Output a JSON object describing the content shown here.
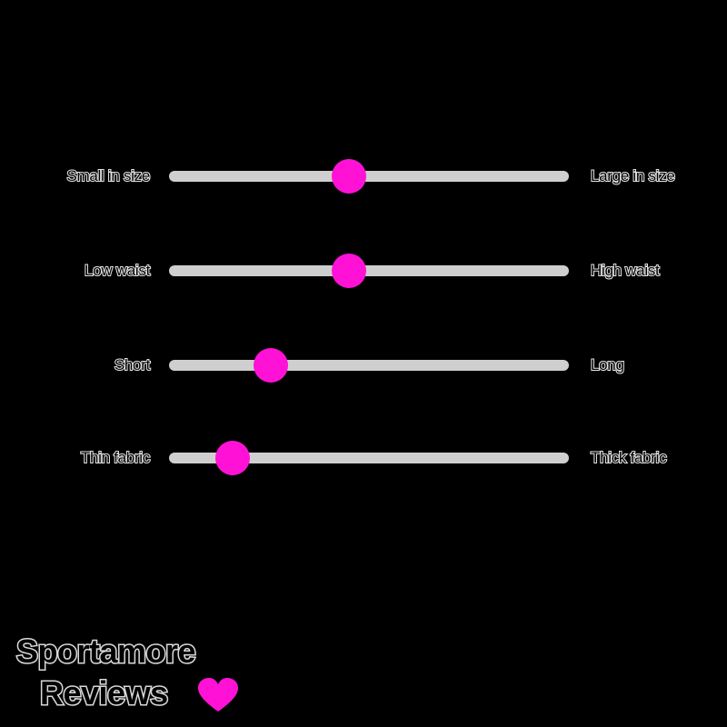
{
  "sliders": [
    {
      "left_label": "Small in size",
      "right_label": "Large in size",
      "value": 0.45
    },
    {
      "left_label": "Low waist",
      "right_label": "High waist",
      "value": 0.45
    },
    {
      "left_label": "Short",
      "right_label": "Long",
      "value": 0.255
    },
    {
      "left_label": "Thin fabric",
      "right_label": "Thick fabric",
      "value": 0.16
    }
  ],
  "logo": {
    "line1": "Sportamore",
    "line2": "Reviews",
    "icon": "heart-icon"
  },
  "colors": {
    "background": "#000000",
    "track": "#cfcfcf",
    "thumb": "#ff12d6",
    "heart": "#ff12d6",
    "text_outline": "#e4e4e4"
  }
}
